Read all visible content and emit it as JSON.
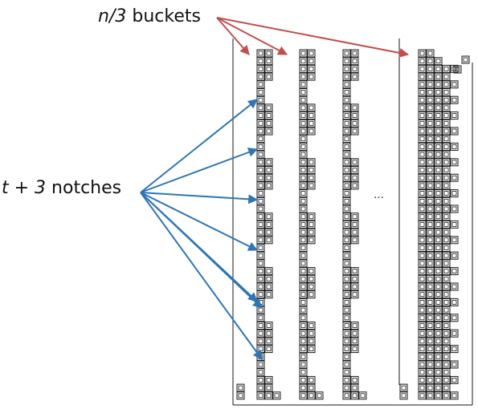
{
  "labels": {
    "buckets_var": "n/3",
    "buckets_word": " buckets",
    "notches_var": "t + 3",
    "notches_word": " notches",
    "ellipsis": "…"
  },
  "colors": {
    "bucket_arrows": "#c0504d",
    "notch_arrows": "#2e75b6",
    "lines": "#1a1a1a",
    "cells": "#1a1a1a"
  }
}
